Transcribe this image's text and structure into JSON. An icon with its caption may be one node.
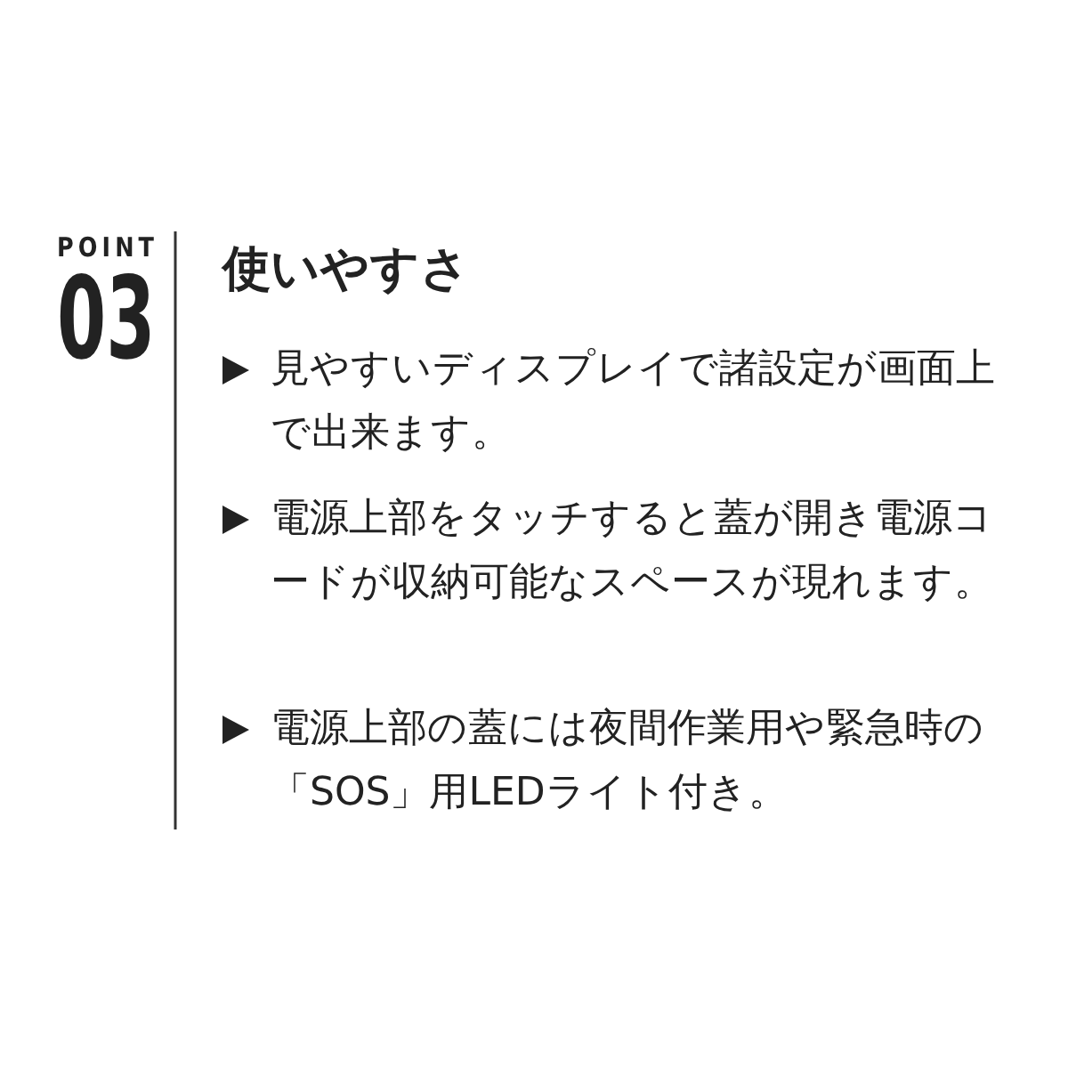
{
  "diagram": {
    "title": "使いやすさ",
    "labels": [
      "POINT",
      "03",
      "見やすいディスプレイで諸設定が画面上で出来ます。",
      "電源上部をタッチすると蓋が開き電源コードが収納可能なスペースが現れます。",
      "電源上部の蓋には夜間作業用や緊急時の「SOS」用LEDライト付き。"
    ]
  }
}
